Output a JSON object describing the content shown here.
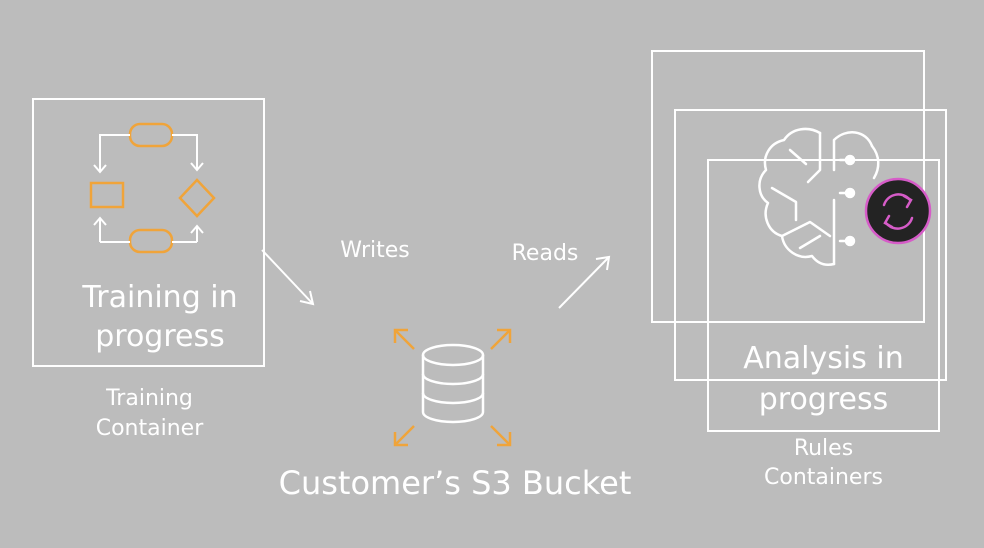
{
  "training": {
    "status": "Training in progress",
    "status_line1": "Training in",
    "status_line2": "progress",
    "container_line1": "Training",
    "container_line2": "Container"
  },
  "flow": {
    "writes": "Writes",
    "reads": "Reads"
  },
  "bucket": {
    "label": "Customer’s S3 Bucket"
  },
  "analysis": {
    "status_line1": "Analysis in",
    "status_line2": "progress",
    "container_line1": "Rules",
    "container_line2": "Containers"
  },
  "colors": {
    "background": "#bcbcbc",
    "line": "#ffffff",
    "accent_orange": "#f0a43a",
    "accent_pink": "#d65cc8",
    "badge_fill": "#232323"
  },
  "icons": [
    "workflow-icon",
    "database-icon",
    "brain-circuit-icon",
    "refresh-badge-icon"
  ]
}
